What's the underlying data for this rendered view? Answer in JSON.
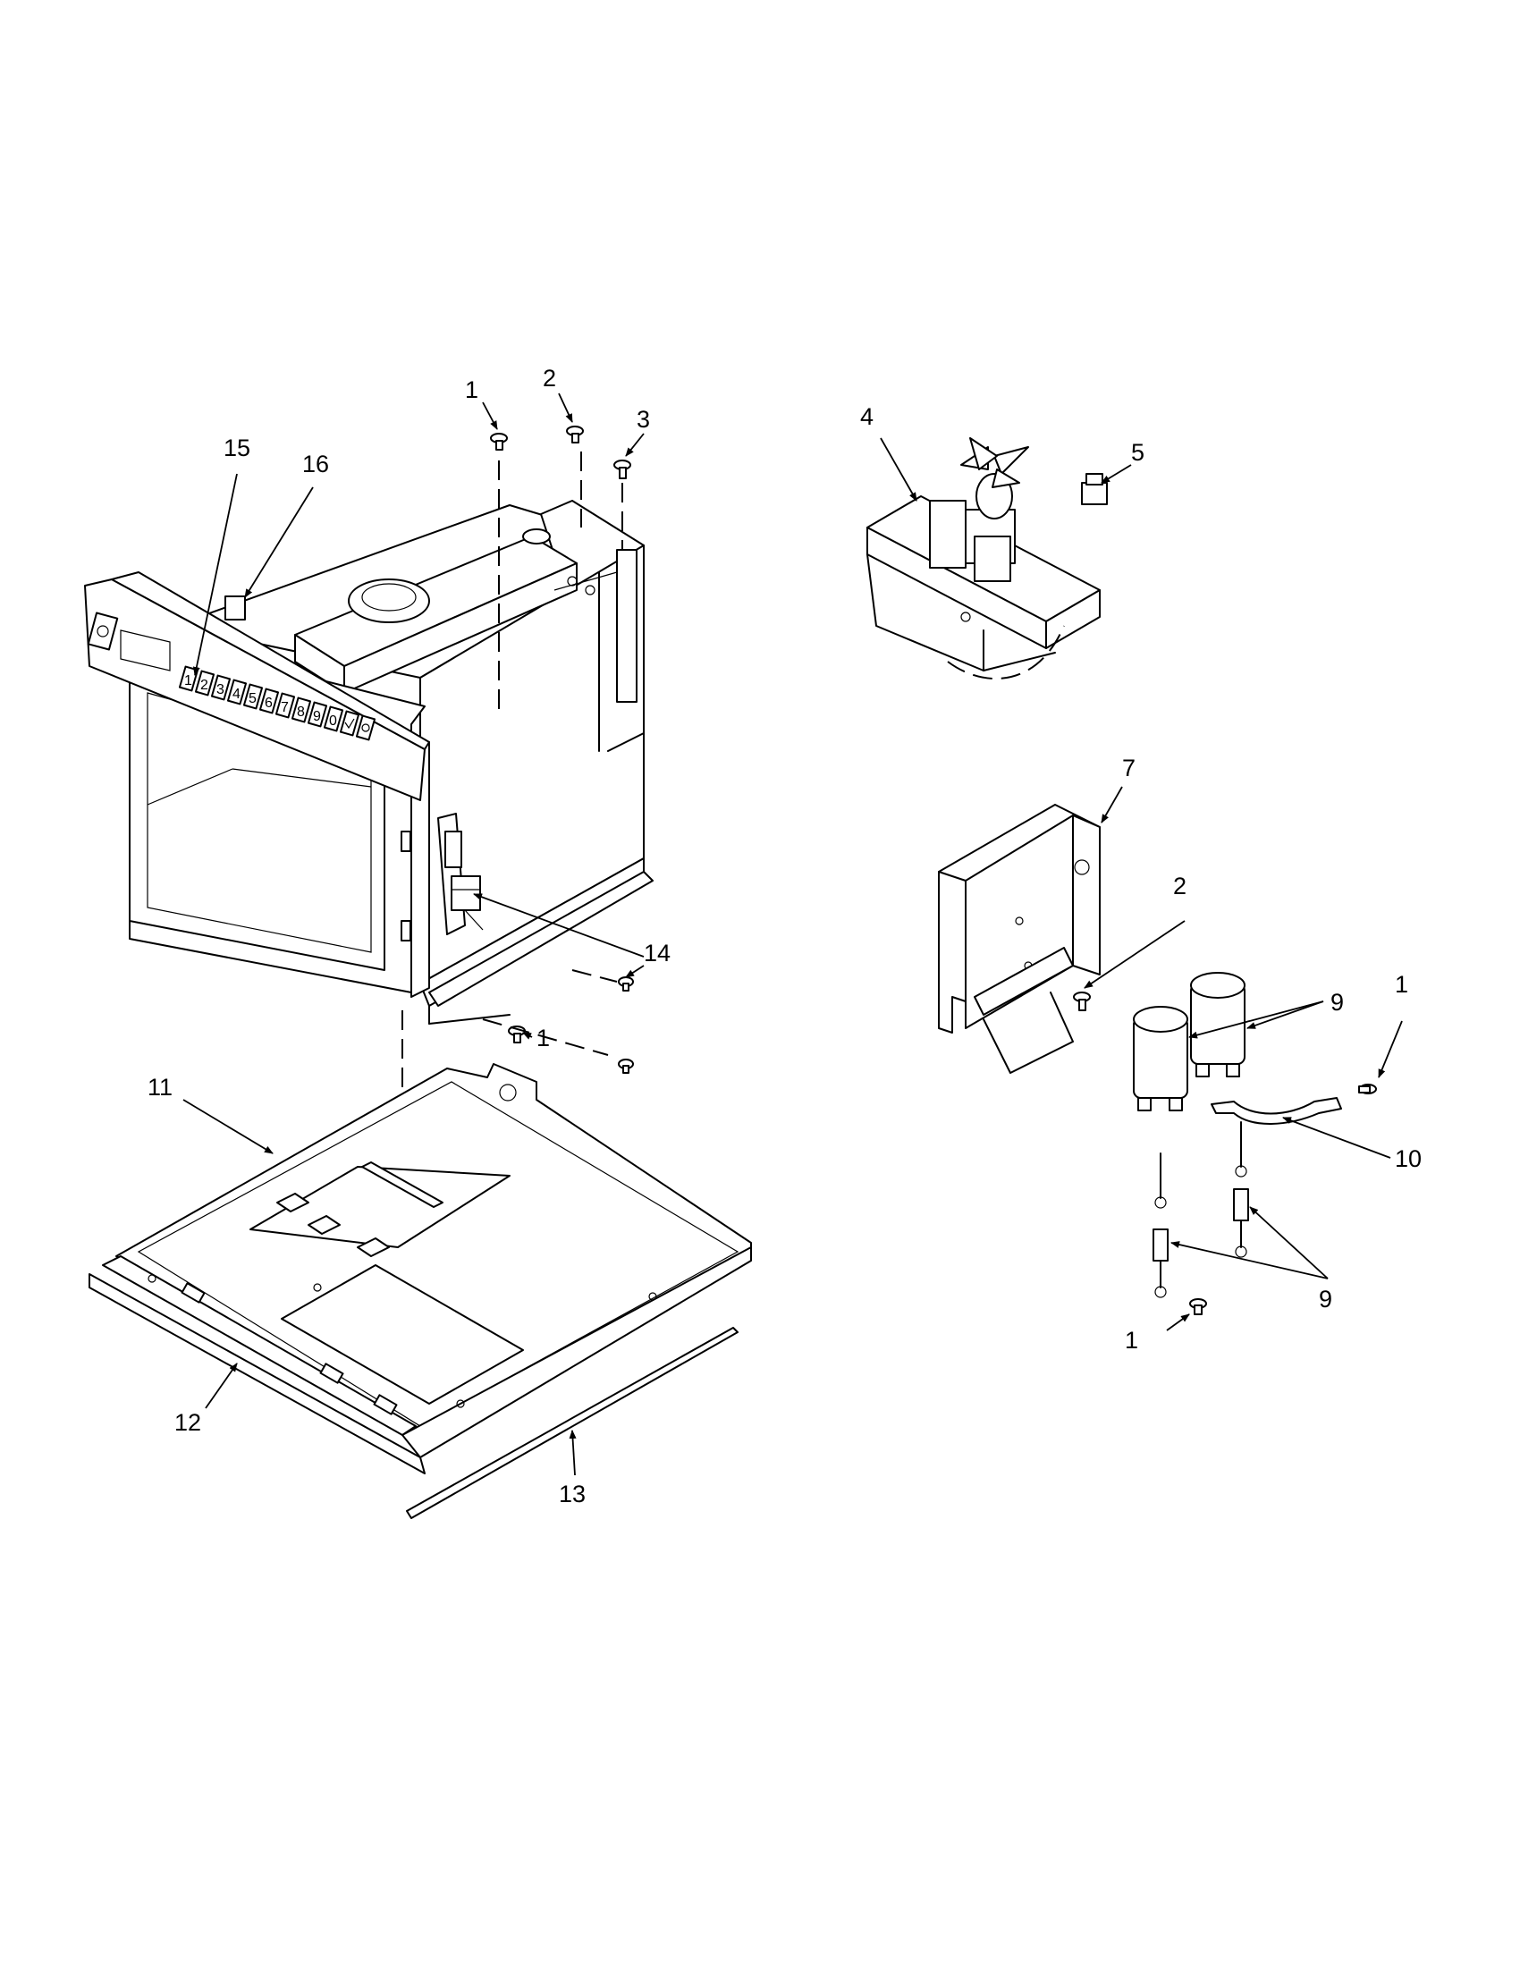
{
  "callouts": [
    "1",
    "2",
    "3",
    "15",
    "16",
    "14",
    "1",
    "11",
    "12",
    "13",
    "4",
    "5",
    "7",
    "2",
    "9",
    "1",
    "10",
    "9",
    "1"
  ],
  "keypad": {
    "keys": [
      "1",
      "2",
      "3",
      "4",
      "5",
      "6",
      "7",
      "8",
      "9",
      "0"
    ]
  }
}
